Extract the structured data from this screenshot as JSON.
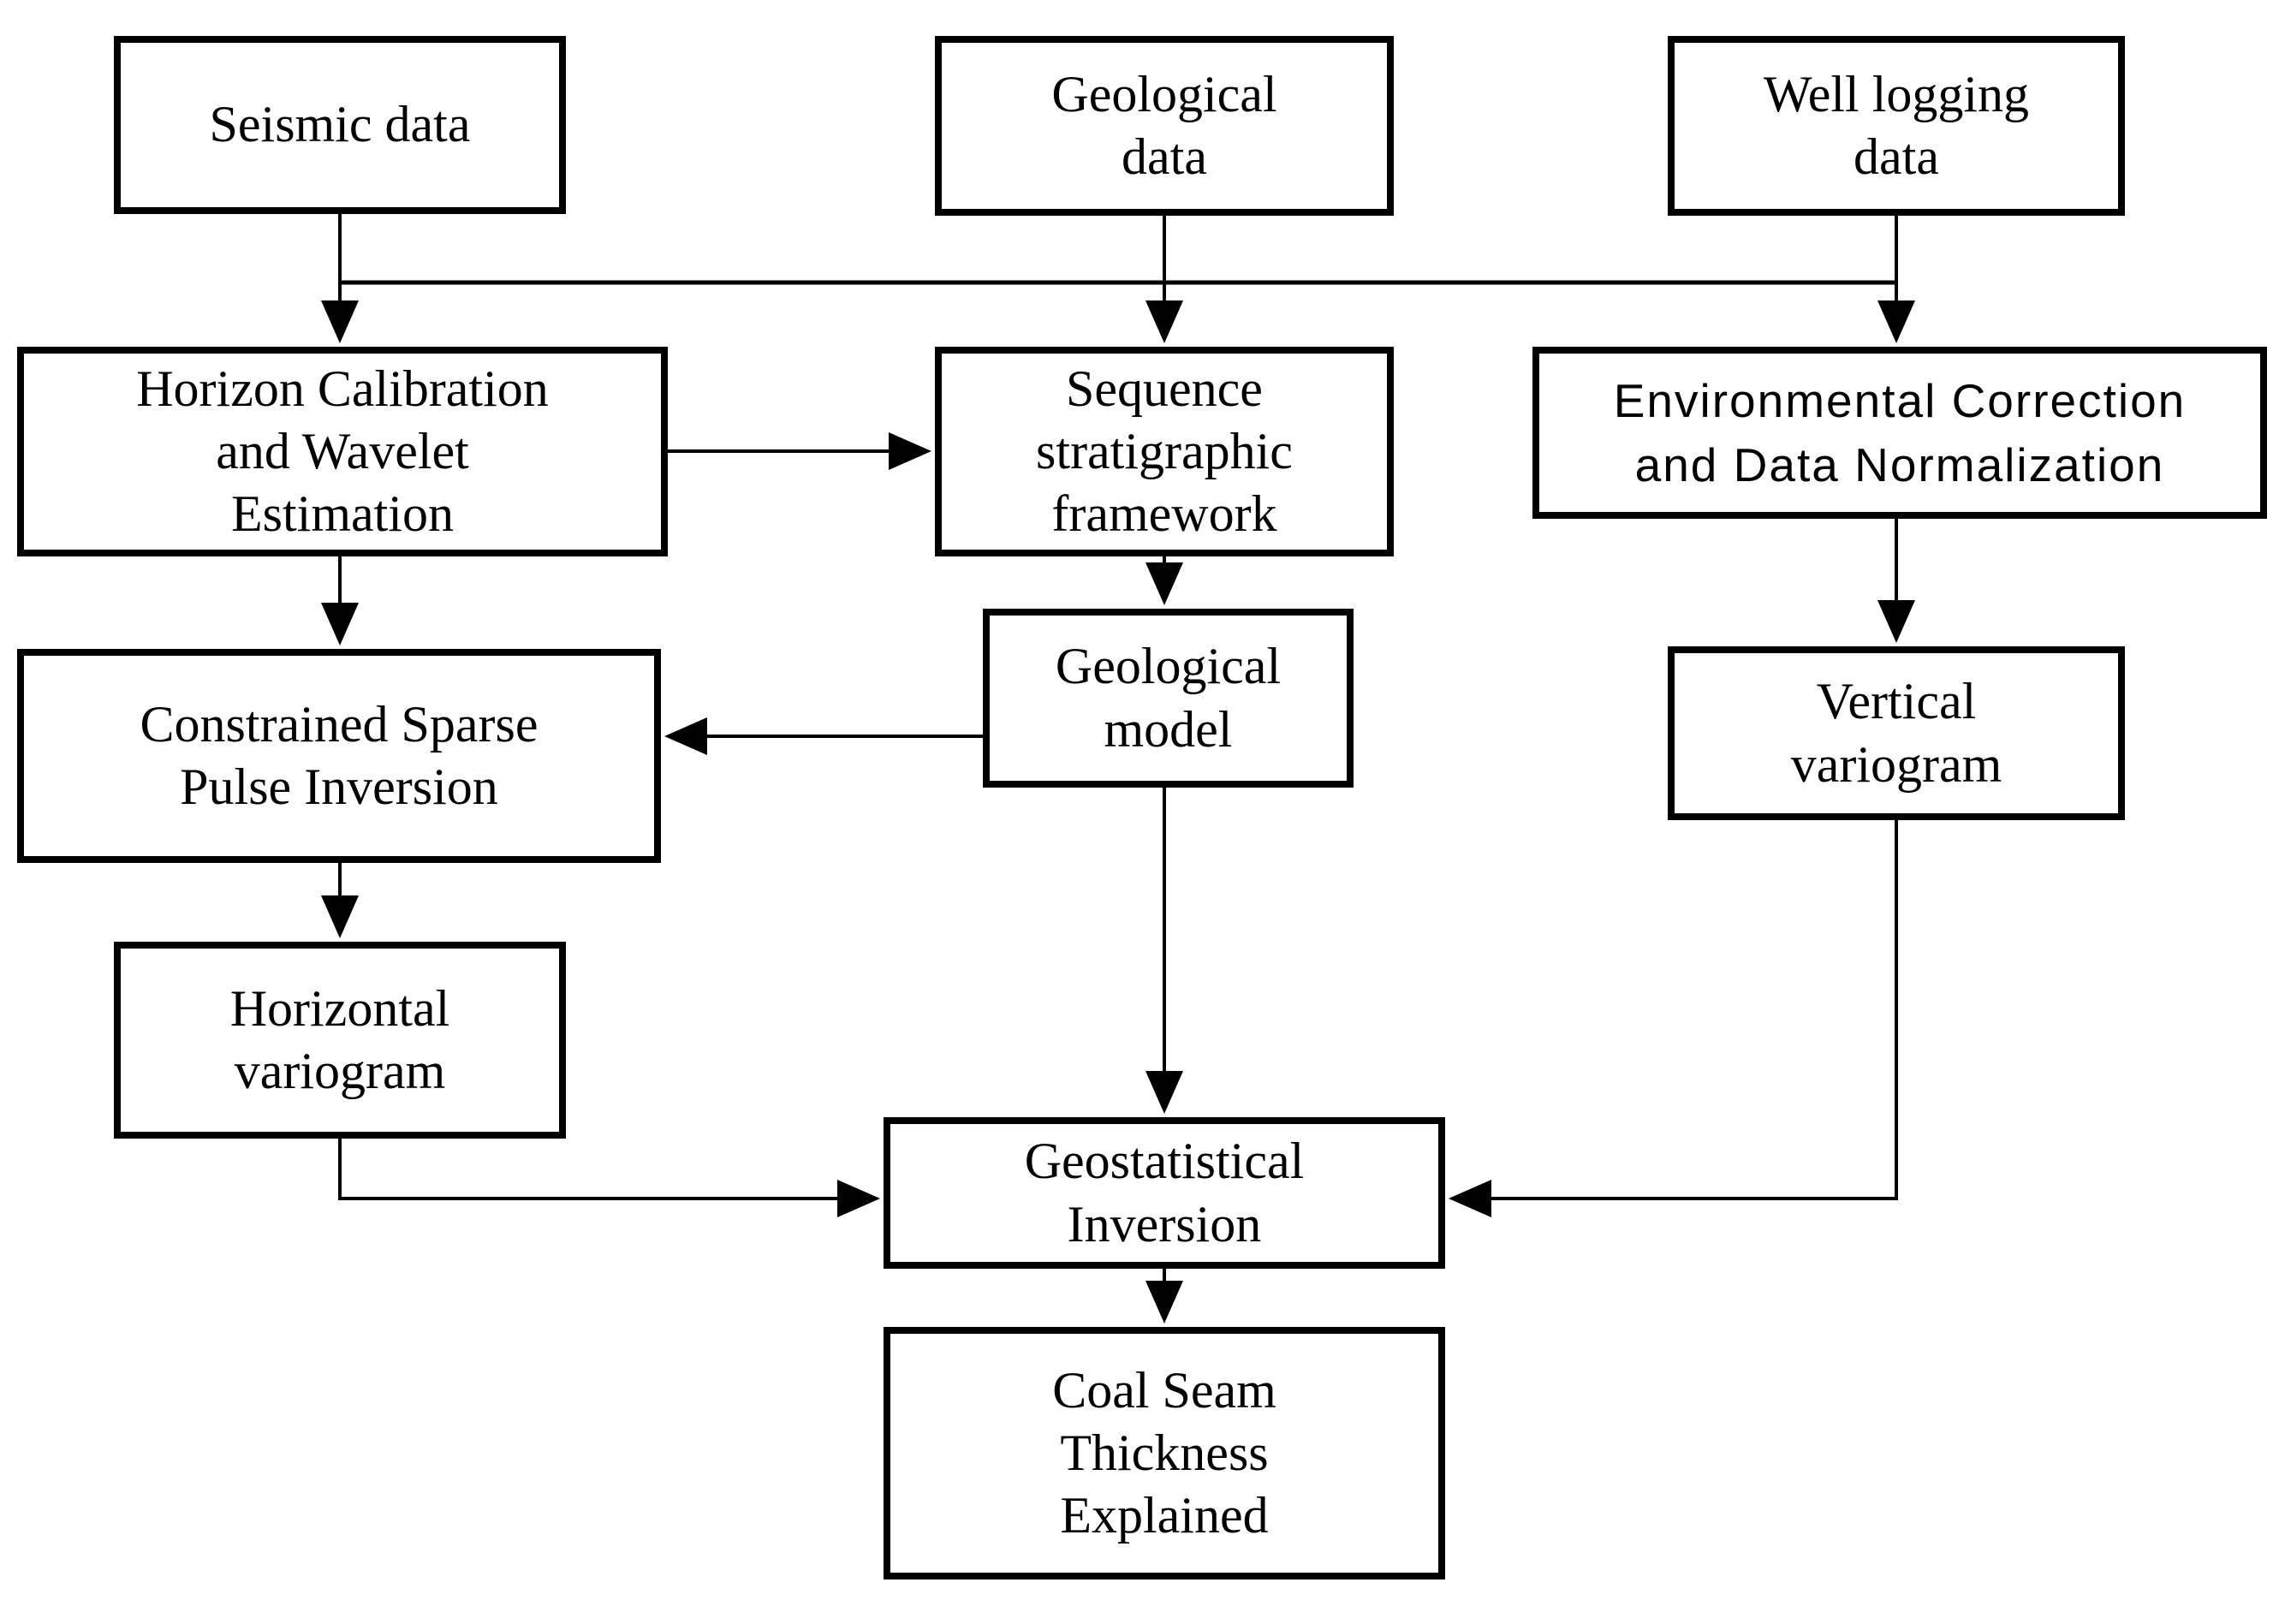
{
  "diagram": {
    "type": "flowchart",
    "colors": {
      "line": "#000000",
      "text": "#000000",
      "background": "#ffffff"
    },
    "nodes": {
      "seismic_data": {
        "label": "Seismic data"
      },
      "geological_data": {
        "label": "Geological\ndata"
      },
      "well_logging_data": {
        "label": "Well logging\ndata"
      },
      "horizon_calibration": {
        "label": "Horizon Calibration\nand Wavelet\nEstimation"
      },
      "sequence_stratigraphic": {
        "label": "Sequence\nstratigraphic\nframework"
      },
      "environmental_correction": {
        "label": "Environmental Correction\nand Data Normalization"
      },
      "constrained_sparse_pulse_inversion": {
        "label": "Constrained Sparse\nPulse Inversion"
      },
      "geological_model": {
        "label": "Geological\nmodel"
      },
      "vertical_variogram": {
        "label": "Vertical\nvariogram"
      },
      "horizontal_variogram": {
        "label": "Horizontal\nvariogram"
      },
      "geostatistical_inversion": {
        "label": "Geostatistical\nInversion"
      },
      "coal_seam_thickness": {
        "label": "Coal Seam\nThickness\nExplained"
      }
    },
    "edges": [
      {
        "from": "seismic_data",
        "to": "horizon_calibration"
      },
      {
        "from": "geological_data",
        "to": "sequence_stratigraphic"
      },
      {
        "from": "well_logging_data",
        "to": "environmental_correction"
      },
      {
        "from": "horizon_calibration",
        "to": "sequence_stratigraphic"
      },
      {
        "from": "horizon_calibration",
        "to": "constrained_sparse_pulse_inversion"
      },
      {
        "from": "sequence_stratigraphic",
        "to": "geological_model"
      },
      {
        "from": "environmental_correction",
        "to": "vertical_variogram"
      },
      {
        "from": "geological_model",
        "to": "constrained_sparse_pulse_inversion"
      },
      {
        "from": "constrained_sparse_pulse_inversion",
        "to": "horizontal_variogram"
      },
      {
        "from": "geological_model",
        "to": "geostatistical_inversion"
      },
      {
        "from": "horizontal_variogram",
        "to": "geostatistical_inversion"
      },
      {
        "from": "vertical_variogram",
        "to": "geostatistical_inversion"
      },
      {
        "from": "geostatistical_inversion",
        "to": "coal_seam_thickness"
      }
    ]
  }
}
